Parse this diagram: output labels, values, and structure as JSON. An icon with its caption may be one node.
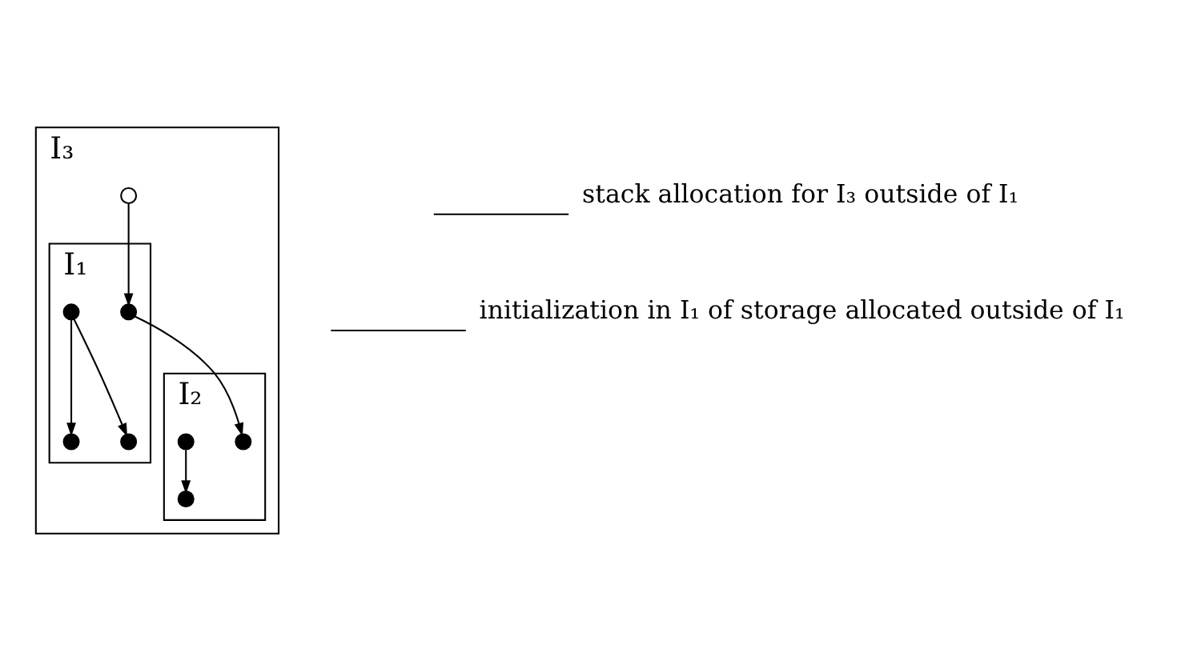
{
  "diagram": {
    "nodes": [
      {
        "text": [
          "I₃"
        ]
      },
      {
        "text": [],
        "shape": "circle",
        "in": 0
      },
      {
        "text": [
          "I₁"
        ],
        "in": 0
      },
      {
        "text": [],
        "shape": "circle",
        "in": 2
      },
      {
        "text": [],
        "shape": "circle",
        "in": 2
      },
      {
        "text": [],
        "shape": "circle",
        "in": 2
      },
      {
        "text": [],
        "shape": "circle",
        "in": 2
      },
      {
        "text": [
          "I₂"
        ],
        "in": 0
      },
      {
        "text": [],
        "shape": "circle",
        "in": 7
      },
      {
        "text": [],
        "shape": "circle",
        "in": 7
      },
      {
        "text": [],
        "shape": "circle",
        "in": 7
      }
    ],
    "edges": [
      {
        "from": 3,
        "to": 4,
        "arrow": "to"
      },
      {
        "from": 3,
        "to": 5,
        "arrow": "to"
      },
      {
        "from": 1,
        "to": 6,
        "arrow": "to"
      },
      {
        "from": 6,
        "to": 8,
        "arrow": "to"
      },
      {
        "from": 9,
        "to": 10,
        "arrow": "to"
      }
    ],
    "legend": [
      {
        "text": "stack allocation for I₃ outside of I₁"
      },
      {
        "text": "initialization in I₁ of storage allocated outside of I₁"
      }
    ]
  }
}
